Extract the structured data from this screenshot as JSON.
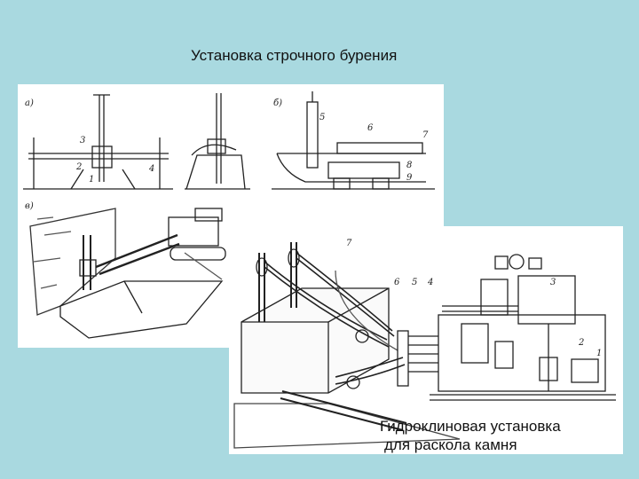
{
  "slide": {
    "title": "Установка строчного бурения",
    "caption_line1": "Гидроклиновая установка",
    "caption_line2": "для раскола камня"
  },
  "figure_top": {
    "labels": {
      "a": "а)",
      "b": "б)",
      "v": "в)",
      "n1": "1",
      "n2": "2",
      "n3": "3",
      "n4": "4",
      "n5": "5",
      "n6": "6",
      "n7": "7",
      "n8": "8",
      "n9": "9"
    }
  },
  "figure_bottom": {
    "labels": {
      "n1": "1",
      "n2": "2",
      "n3": "3",
      "n4": "4",
      "n5": "5",
      "n6": "6",
      "n7": "7"
    }
  }
}
